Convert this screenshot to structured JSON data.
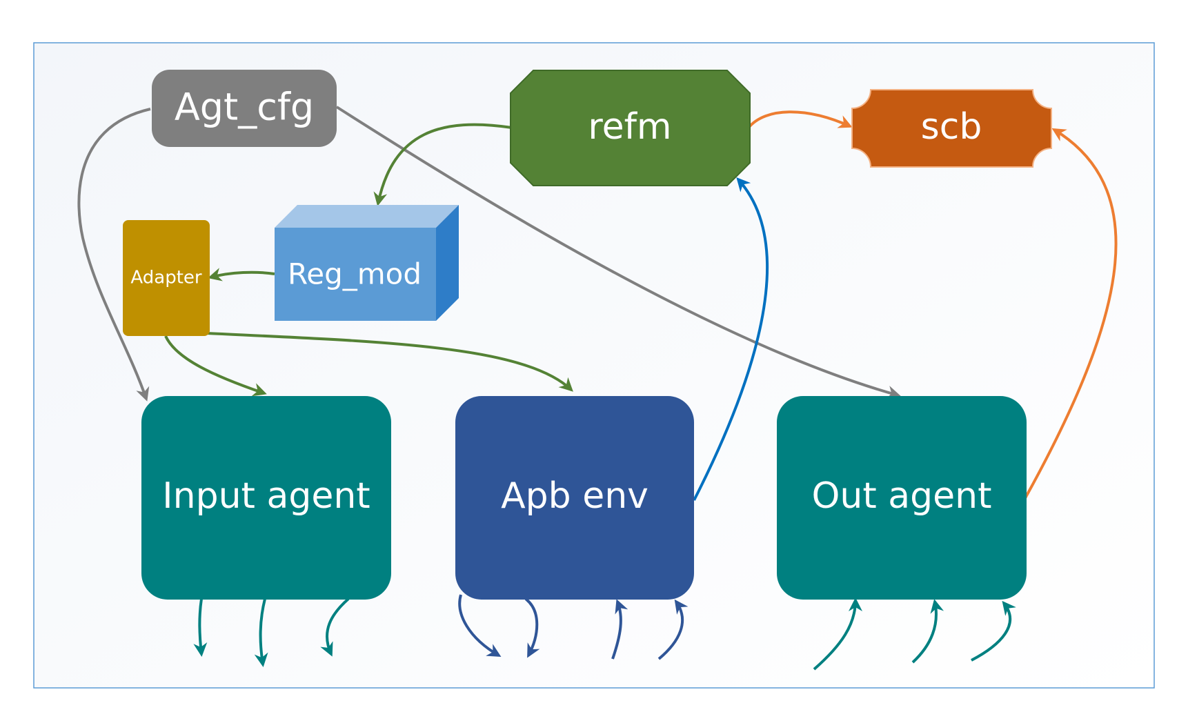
{
  "nodes": {
    "agt_cfg": {
      "label": "Agt_cfg",
      "color": "#7f7f7f"
    },
    "refm": {
      "label": "refm",
      "color": "#548235"
    },
    "scb": {
      "label": "scb",
      "color": "#c55a11"
    },
    "adapter": {
      "label": "Adapter",
      "color": "#bf9000"
    },
    "reg_mod": {
      "label": "Reg_mod",
      "color": "#5b9bd5"
    },
    "input_agent": {
      "label": "Input agent",
      "color": "#008080"
    },
    "apb_env": {
      "label": "Apb env",
      "color": "#2f5597"
    },
    "out_agent": {
      "label": "Out agent",
      "color": "#008080"
    }
  },
  "edges": [
    {
      "from": "agt_cfg",
      "to": "input_agent",
      "color": "#7f7f7f"
    },
    {
      "from": "agt_cfg",
      "to": "out_agent",
      "color": "#7f7f7f"
    },
    {
      "from": "refm",
      "to": "reg_mod",
      "color": "#548235"
    },
    {
      "from": "refm",
      "to": "scb",
      "color": "#ed7d31"
    },
    {
      "from": "reg_mod",
      "to": "adapter",
      "color": "#548235"
    },
    {
      "from": "adapter",
      "to": "input_agent",
      "color": "#548235"
    },
    {
      "from": "adapter",
      "to": "apb_env",
      "color": "#548235"
    },
    {
      "from": "apb_env",
      "to": "refm",
      "color": "#0070c0"
    },
    {
      "from": "out_agent",
      "to": "scb",
      "color": "#ed7d31"
    }
  ],
  "colors": {
    "frame_border": "#5b9bd5",
    "port_arrow_teal": "#008080",
    "port_arrow_blue": "#2f5597"
  }
}
